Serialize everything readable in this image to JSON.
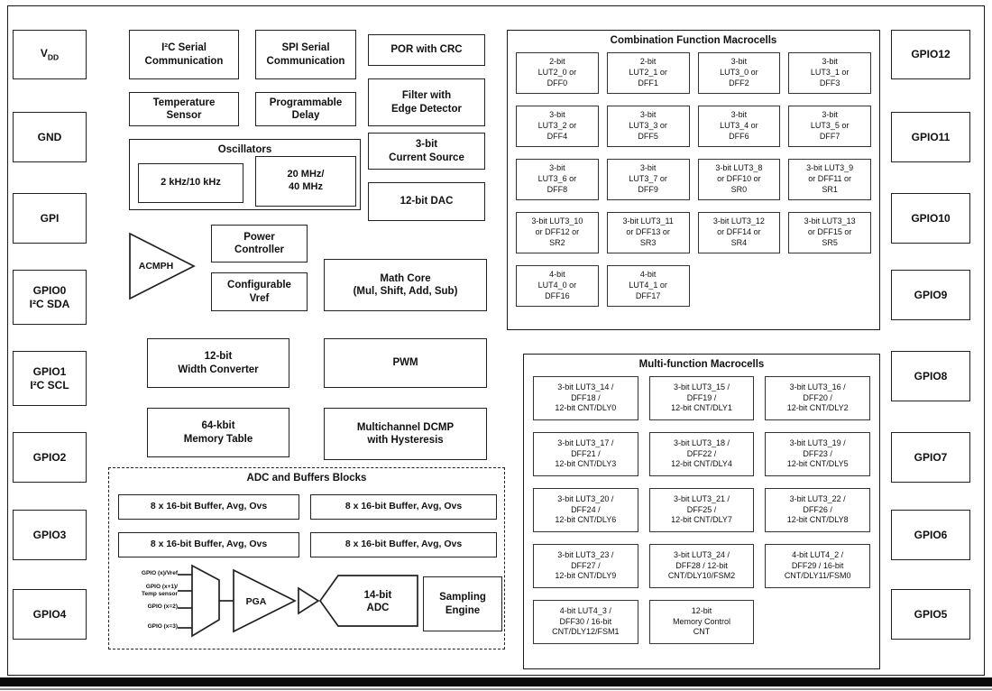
{
  "pins": {
    "left": [
      {
        "main": "V",
        "sub": "DD"
      },
      "GND",
      "GPI",
      "GPIO0\nI²C SDA",
      "GPIO1\nI²C SCL",
      "GPIO2",
      "GPIO3",
      "GPIO4"
    ],
    "right": [
      "GPIO12",
      "GPIO11",
      "GPIO10",
      "GPIO9",
      "GPIO8",
      "GPIO7",
      "GPIO6",
      "GPIO5"
    ]
  },
  "blocks": {
    "i2c": "I²C Serial\nCommunication",
    "spi": "SPI Serial\nCommunication",
    "por": "POR with CRC",
    "temp_sensor": "Temperature\nSensor",
    "prog_delay": "Programmable\nDelay",
    "filter": "Filter with\nEdge Detector",
    "current_source": "3-bit\nCurrent Source",
    "dac": "12-bit DAC",
    "acmph": "ACMPH",
    "power_controller": "Power\nController",
    "vref": "Configurable\nVref",
    "math_core": "Math Core\n(Mul, Shift, Add, Sub)",
    "width_converter": "12-bit\nWidth Converter",
    "pwm": "PWM",
    "memory_table": "64-kbit\nMemory Table",
    "dcmp": "Multichannel DCMP\nwith Hysteresis"
  },
  "oscillators": {
    "title": "Oscillators",
    "low": "2 kHz/10 kHz",
    "high": "20 MHz/\n40 MHz"
  },
  "adc_section": {
    "title": "ADC and Buffers Blocks",
    "buffers": [
      "8 x 16-bit Buffer, Avg, Ovs",
      "8 x 16-bit Buffer, Avg, Ovs",
      "8 x 16-bit Buffer, Avg, Ovs",
      "8 x 16-bit Buffer, Avg, Ovs"
    ],
    "inputs": [
      "GPIO (x)/Vref",
      "GPIO (x+1)/\nTemp sensor",
      "GPIO (x=2)",
      "GPIO (x=3)"
    ],
    "pga": "PGA",
    "adc": "14-bit\nADC",
    "sampling_engine": "Sampling\nEngine"
  },
  "combination_macrocells": {
    "title": "Combination Function Macrocells",
    "cells": [
      "2-bit\nLUT2_0 or\nDFF0",
      "2-bit\nLUT2_1 or\nDFF1",
      "3-bit\nLUT3_0 or\nDFF2",
      "3-bit\nLUT3_1 or\nDFF3",
      "3-bit\nLUT3_2 or\nDFF4",
      "3-bit\nLUT3_3 or\nDFF5",
      "3-bit\nLUT3_4 or\nDFF6",
      "3-bit\nLUT3_5 or\nDFF7",
      "3-bit\nLUT3_6 or\nDFF8",
      "3-bit\nLUT3_7 or\nDFF9",
      "3-bit LUT3_8\nor DFF10 or\nSR0",
      "3-bit LUT3_9\nor DFF11 or\nSR1",
      "3-bit LUT3_10\nor DFF12 or\nSR2",
      "3-bit LUT3_11\nor DFF13 or\nSR3",
      "3-bit LUT3_12\nor DFF14 or\nSR4",
      "3-bit LUT3_13\nor DFF15 or\nSR5",
      "4-bit\nLUT4_0 or\nDFF16",
      "4-bit\nLUT4_1 or\nDFF17"
    ]
  },
  "multifunction_macrocells": {
    "title": "Multi-function Macrocells",
    "cells": [
      "3-bit LUT3_14 /\nDFF18 /\n12-bit CNT/DLY0",
      "3-bit LUT3_15 /\nDFF19 /\n12-bit CNT/DLY1",
      "3-bit LUT3_16 /\nDFF20 /\n12-bit CNT/DLY2",
      "3-bit LUT3_17 /\nDFF21 /\n12-bit CNT/DLY3",
      "3-bit LUT3_18 /\nDFF22 /\n12-bit CNT/DLY4",
      "3-bit LUT3_19 /\nDFF23 /\n12-bit CNT/DLY5",
      "3-bit LUT3_20 /\nDFF24 /\n12-bit CNT/DLY6",
      "3-bit LUT3_21 /\nDFF25 /\n12-bit CNT/DLY7",
      "3-bit LUT3_22 /\nDFF26 /\n12-bit CNT/DLY8",
      "3-bit LUT3_23 /\nDFF27 /\n12-bit CNT/DLY9",
      "3-bit LUT3_24 /\nDFF28 / 12-bit\nCNT/DLY10/FSM2",
      "4-bit LUT4_2 /\nDFF29 / 16-bit\nCNT/DLY11/FSM0",
      "4-bit LUT4_3 /\nDFF30 / 16-bit\nCNT/DLY12/FSM1",
      "12-bit\nMemory Control\nCNT"
    ]
  }
}
